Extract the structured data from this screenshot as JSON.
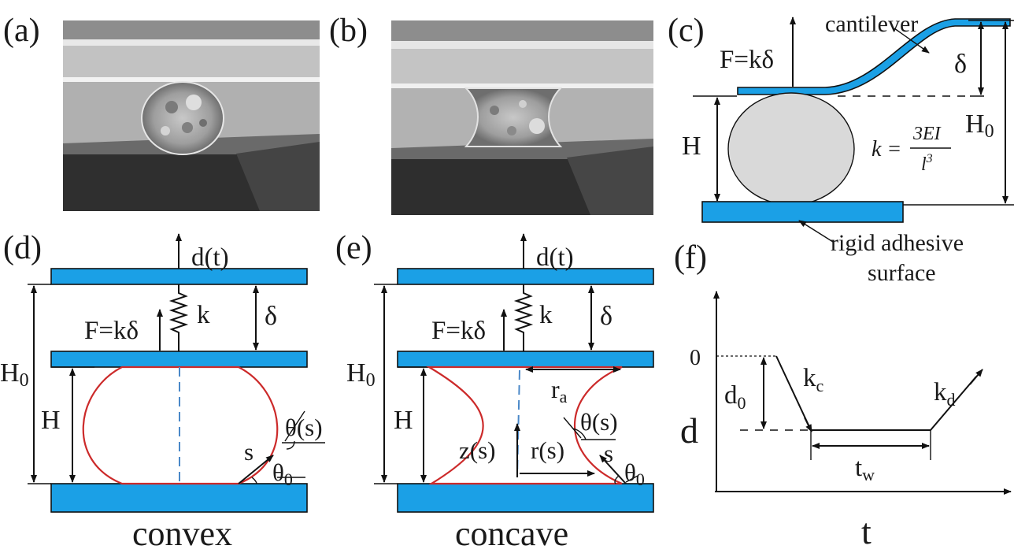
{
  "panels": {
    "a": {
      "tag": "(a)"
    },
    "b": {
      "tag": "(b)"
    },
    "c": {
      "tag": "(c)",
      "cantilever": "cantilever",
      "force": "F=kδ",
      "delta": "δ",
      "H": "H",
      "H0": "H",
      "H0_sub": "0",
      "k_lhs": "k =",
      "k_num": "3EI",
      "k_den": "l",
      "k_den_exp": "3",
      "surface_line1": "rigid adhesive",
      "surface_line2": "surface"
    },
    "d": {
      "tag": "(d)",
      "dt": "d(t)",
      "force": "F=kδ",
      "k": "k",
      "delta": "δ",
      "H0": "H",
      "H0_sub": "0",
      "H": "H",
      "theta_s": "θ(s)",
      "s": "s",
      "theta0": "θ",
      "theta0_sub": "0",
      "caption": "convex"
    },
    "e": {
      "tag": "(e)",
      "dt": "d(t)",
      "force": "F=kδ",
      "k": "k",
      "delta": "δ",
      "H0": "H",
      "H0_sub": "0",
      "H": "H",
      "ra": "r",
      "ra_sub": "a",
      "theta_s": "θ(s)",
      "zs": "z(s)",
      "rs": "r(s)",
      "s": "s",
      "theta0": "θ",
      "theta0_sub": "0",
      "caption": "concave"
    },
    "f": {
      "tag": "(f)",
      "zero": "0",
      "d0": "d",
      "d0_sub": "0",
      "kc": "k",
      "kc_sub": "c",
      "kd": "k",
      "kd_sub": "d",
      "tw": "t",
      "tw_sub": "w",
      "ylabel": "d",
      "xlabel": "t"
    }
  },
  "colors": {
    "plate": "#1ba0e6",
    "cell_outline": "#cc2a2a",
    "cell_fill": "#d9d9d9",
    "symmetry_axis": "#4a88c8"
  }
}
